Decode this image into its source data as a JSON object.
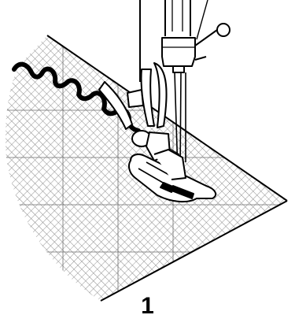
{
  "figure": {
    "step_number": "1",
    "elements": [
      "fabric-mesh",
      "zigzag-stitch",
      "presser-foot",
      "presser-foot-shank",
      "needle-bar",
      "needle",
      "thread-guide",
      "presser-bar-lever"
    ]
  },
  "colors": {
    "ink": "#000000",
    "mesh": "#8a8a8a",
    "background": "#ffffff"
  }
}
